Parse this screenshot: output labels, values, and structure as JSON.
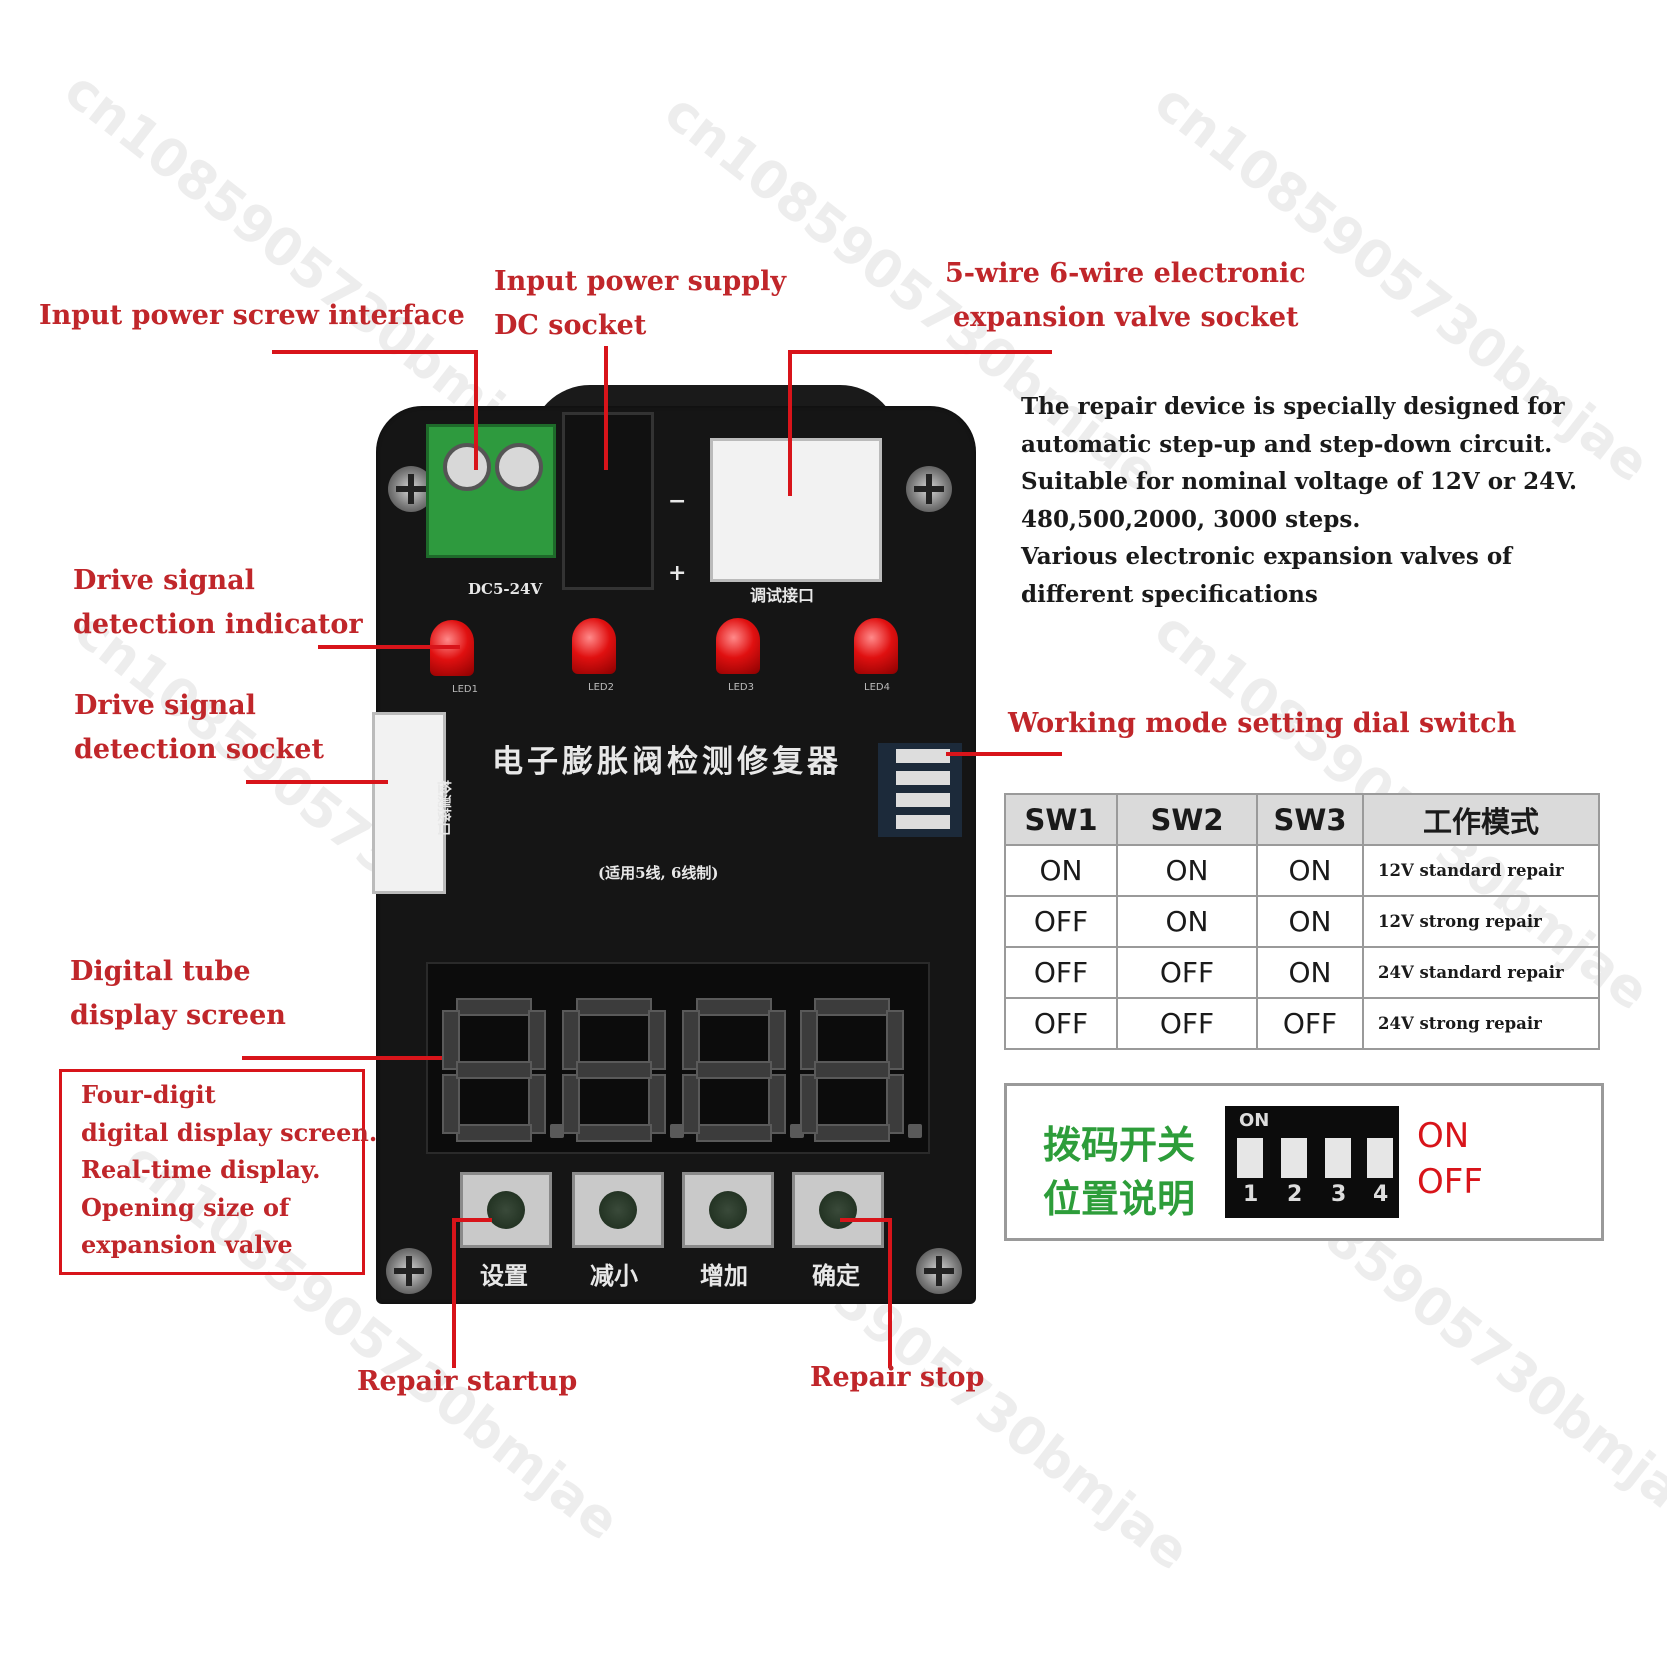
{
  "callouts": {
    "input_power_screw": "Input power screw interface",
    "dc_socket_line1": "Input power supply",
    "dc_socket_line2": "DC socket",
    "valve_socket_line1": "5-wire 6-wire electronic",
    "valve_socket_line2": "expansion valve socket",
    "drive_indicator_line1": "Drive signal",
    "drive_indicator_line2": "detection indicator",
    "drive_socket_line1": "Drive signal",
    "drive_socket_line2": "detection socket",
    "dial_switch": "Working mode setting dial switch",
    "digital_tube_line1": "Digital tube",
    "digital_tube_line2": "display screen",
    "repair_startup": "Repair startup",
    "repair_stop": "Repair stop"
  },
  "description": [
    "The repair device is specially designed for",
    "automatic step-up and step-down circuit.",
    "Suitable for nominal voltage of 12V or 24V.",
    "480,500,2000, 3000 steps.",
    "Various electronic expansion valves of",
    "different specifications"
  ],
  "display_note": [
    "Four-digit",
    "digital display screen.",
    "Real-time display.",
    "Opening size of",
    "expansion valve"
  ],
  "board": {
    "terminal_label": "DC5-24V",
    "valve_connector_label": "调试接口",
    "side_connector_label": "检测接口",
    "title": "电子膨胀阀检测修复器",
    "subtitle": "(适用5线, 6线制)",
    "led_labels": [
      "LED1",
      "LED2",
      "LED3",
      "LED4"
    ],
    "button_labels": [
      "设置",
      "减小",
      "增加",
      "确定"
    ],
    "dc_minus": "−",
    "dc_plus": "+"
  },
  "mode_table": {
    "headers": [
      "SW1",
      "SW2",
      "SW3",
      "工作模式"
    ],
    "rows": [
      [
        "ON",
        "ON",
        "ON",
        "12V standard repair"
      ],
      [
        "OFF",
        "ON",
        "ON",
        "12V strong repair"
      ],
      [
        "OFF",
        "OFF",
        "ON",
        "24V standard repair"
      ],
      [
        "OFF",
        "OFF",
        "OFF",
        "24V strong repair"
      ]
    ]
  },
  "dip_legend": {
    "title_line1": "拨码开关",
    "title_line2": "位置说明",
    "switch_top_label": "ON",
    "switch_numbers": [
      "1",
      "2",
      "3",
      "4"
    ],
    "state_on": "ON",
    "state_off": "OFF"
  },
  "watermark": "cn1085905730bmjae",
  "colors": {
    "callout_red": "#c0262a",
    "line_red": "#d8141a",
    "board": "#151515",
    "legend_green": "#2d9d3a"
  }
}
